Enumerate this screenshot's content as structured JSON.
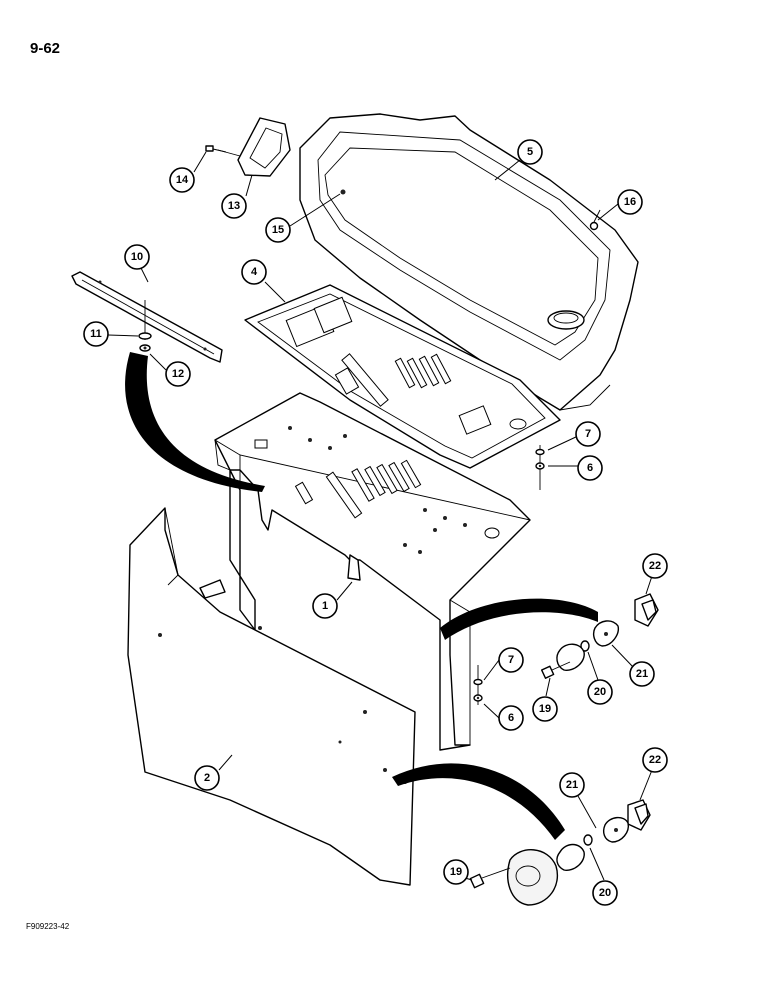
{
  "page": {
    "number": "9-62",
    "figure_code": "F909223-42"
  },
  "callouts": [
    {
      "id": "1",
      "label": "1"
    },
    {
      "id": "2",
      "label": "2"
    },
    {
      "id": "4",
      "label": "4"
    },
    {
      "id": "5",
      "label": "5"
    },
    {
      "id": "6a",
      "label": "6"
    },
    {
      "id": "6b",
      "label": "6"
    },
    {
      "id": "7a",
      "label": "7"
    },
    {
      "id": "7b",
      "label": "7"
    },
    {
      "id": "10",
      "label": "10"
    },
    {
      "id": "11",
      "label": "11"
    },
    {
      "id": "12",
      "label": "12"
    },
    {
      "id": "13",
      "label": "13"
    },
    {
      "id": "14",
      "label": "14"
    },
    {
      "id": "15",
      "label": "15"
    },
    {
      "id": "16",
      "label": "16"
    },
    {
      "id": "19a",
      "label": "19"
    },
    {
      "id": "19b",
      "label": "19"
    },
    {
      "id": "20a",
      "label": "20"
    },
    {
      "id": "20b",
      "label": "20"
    },
    {
      "id": "21a",
      "label": "21"
    },
    {
      "id": "21b",
      "label": "21"
    },
    {
      "id": "22a",
      "label": "22"
    },
    {
      "id": "22b",
      "label": "22"
    }
  ]
}
